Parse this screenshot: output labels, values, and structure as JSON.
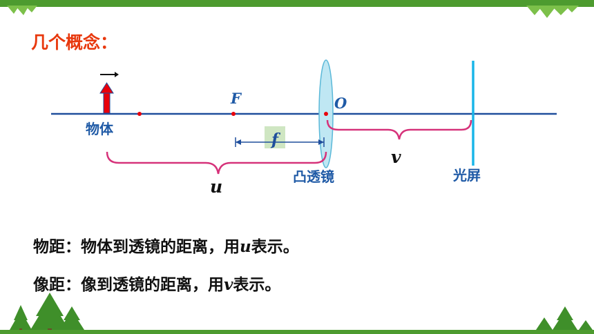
{
  "heading": "几个概念：",
  "diagram": {
    "label_object": "物体",
    "label_focal_point": "F",
    "label_optical_center": "O",
    "label_focal_length": "f",
    "label_object_distance": "u",
    "label_image_distance": "v",
    "label_lens": "凸透镜",
    "label_screen": "光屏"
  },
  "definitions": [
    {
      "prefix": "物距：物体到透镜的距离，用",
      "symbol": "u",
      "suffix": "表示。"
    },
    {
      "prefix": "像距：像到透镜的距离，用",
      "symbol": "v",
      "suffix": "表示。"
    }
  ],
  "colors": {
    "theme_green": "#4d9b2f",
    "heading": "#e8380d",
    "axis": "#1f4e9c",
    "brace": "#d6327a",
    "screen": "#19b5e8",
    "object_arrow": "#e8000b",
    "focal_box": "#cfe6c2",
    "lens_fill": "#bfe7f3"
  },
  "icons": [
    "leaf-garland-icon",
    "pine-tree-icon"
  ]
}
